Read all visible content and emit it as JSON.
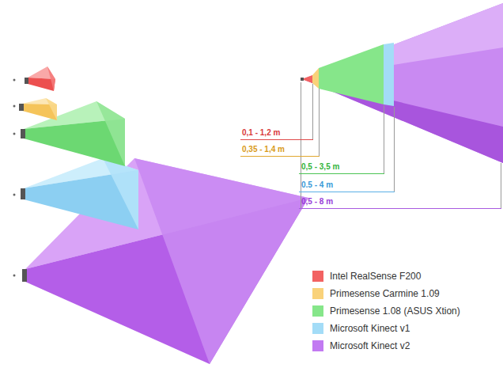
{
  "diagram": {
    "labels": [
      "0,1 - 1,2 m",
      "0,35 - 1,4 m",
      "0,5 - 3,5 m",
      "0.5 - 4 m",
      "0,5 - 8 m"
    ],
    "legend": [
      {
        "text": "Intel RealSense F200",
        "color": "#f26262"
      },
      {
        "text": "Primesense Carmine 1.09",
        "color": "#f9d27a"
      },
      {
        "text": "Primesense 1.08 (ASUS Xtion)",
        "color": "#86e68a"
      },
      {
        "text": "Microsoft Kinect v1",
        "color": "#a3dcf7"
      },
      {
        "text": "Microsoft Kinect v2",
        "color": "#c27af2"
      }
    ]
  }
}
